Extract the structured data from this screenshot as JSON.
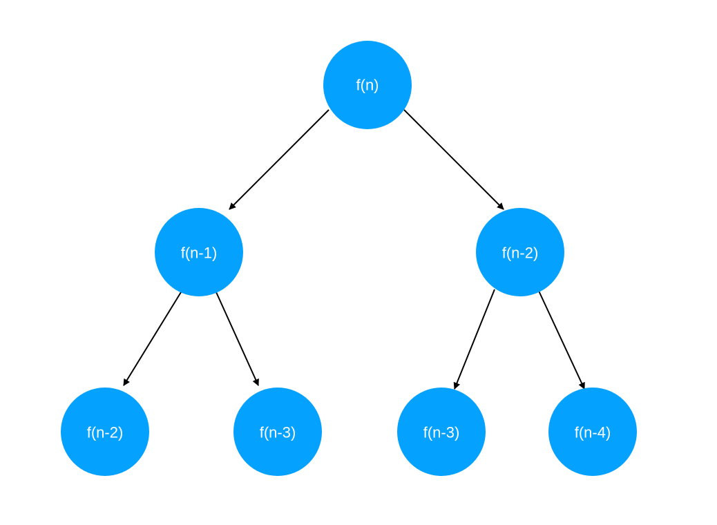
{
  "diagram": {
    "type": "tree",
    "colors": {
      "node_fill": "#04A1FF",
      "label": "#FFFFFF",
      "edge": "#000000",
      "background": "#FFFFFF"
    },
    "nodes": [
      {
        "id": "root",
        "label": "f(n)"
      },
      {
        "id": "l",
        "label": "f(n-1)"
      },
      {
        "id": "r",
        "label": "f(n-2)"
      },
      {
        "id": "ll",
        "label": "f(n-2)"
      },
      {
        "id": "lr",
        "label": "f(n-3)"
      },
      {
        "id": "rl",
        "label": "f(n-3)"
      },
      {
        "id": "rr",
        "label": "f(n-4)"
      }
    ],
    "edges": [
      {
        "from": "root",
        "to": "l"
      },
      {
        "from": "root",
        "to": "r"
      },
      {
        "from": "l",
        "to": "ll"
      },
      {
        "from": "l",
        "to": "lr"
      },
      {
        "from": "r",
        "to": "rl"
      },
      {
        "from": "r",
        "to": "rr"
      }
    ]
  }
}
